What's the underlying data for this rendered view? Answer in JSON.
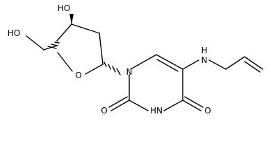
{
  "molecule": {
    "atoms": {
      "ho_top": "HO",
      "ho_left": "HO",
      "o_ring": "O",
      "n1": "N",
      "n_amine": "N",
      "h_amine": "H",
      "o_c2": "O",
      "nh3": "HN",
      "o_c4": "O"
    }
  },
  "colors": {
    "bond": "#000000",
    "label": "#000000",
    "background": "#ffffff"
  }
}
